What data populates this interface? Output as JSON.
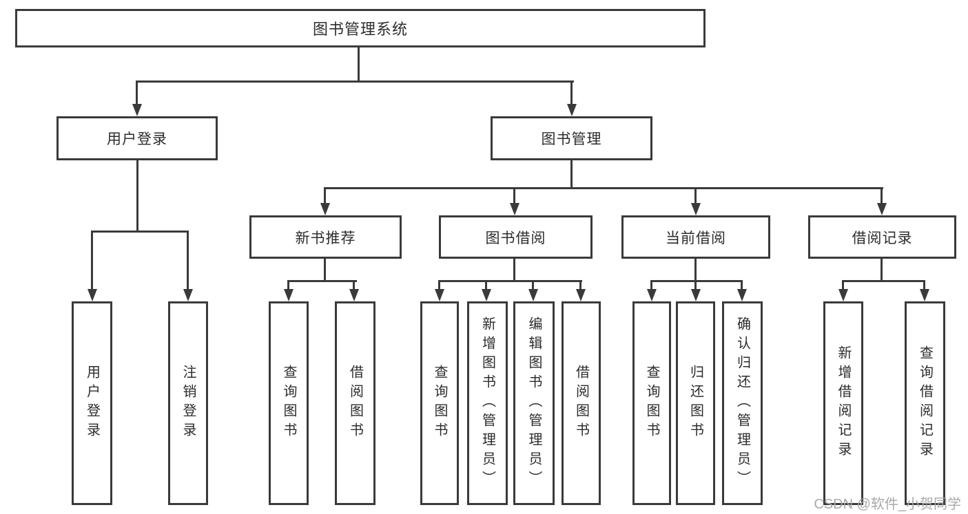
{
  "diagram": {
    "root": {
      "label": "图书管理系统"
    },
    "branches": [
      {
        "label": "用户登录",
        "children": [
          {
            "label": "用户登录"
          },
          {
            "label": "注销登录"
          }
        ]
      },
      {
        "label": "图书管理",
        "modules": [
          {
            "label": "新书推荐",
            "children": [
              {
                "label": "查询图书"
              },
              {
                "label": "借阅图书"
              }
            ]
          },
          {
            "label": "图书借阅",
            "children": [
              {
                "label": "查询图书"
              },
              {
                "label": "新增图书（管理员）"
              },
              {
                "label": "编辑图书（管理员）"
              },
              {
                "label": "借阅图书"
              }
            ]
          },
          {
            "label": "当前借阅",
            "children": [
              {
                "label": "查询图书"
              },
              {
                "label": "归还图书"
              },
              {
                "label": "确认归还（管理员）"
              }
            ]
          },
          {
            "label": "借阅记录",
            "children": [
              {
                "label": "新增借阅记录"
              },
              {
                "label": "查询借阅记录"
              }
            ]
          }
        ]
      }
    ]
  },
  "watermark": {
    "text": "CSDN @软件_小贺同学"
  },
  "colors": {
    "line": "#3a3a3a",
    "text": "#2c2c2c",
    "watermark": "#a9a9a9",
    "background": "#ffffff"
  }
}
